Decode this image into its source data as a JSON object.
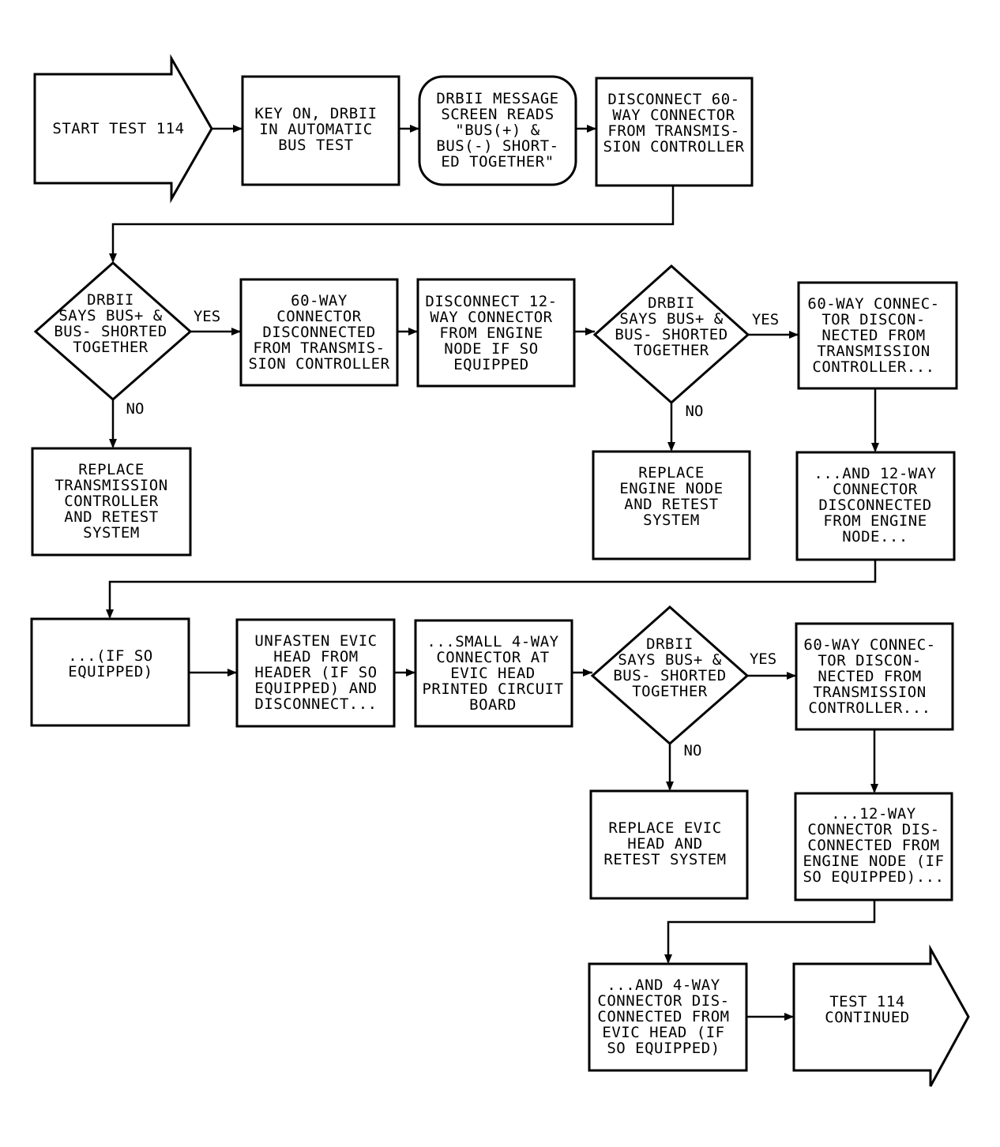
{
  "nodes": {
    "start": [
      "START TEST 114"
    ],
    "key_on": [
      "KEY ON, DRBII",
      "IN AUTOMATIC",
      "BUS TEST"
    ],
    "message": [
      "DRBII MESSAGE",
      "SCREEN READS",
      "\"BUS(+) &",
      "BUS(-) SHORT-",
      "ED TOGETHER\""
    ],
    "disconnect_60": [
      "DISCONNECT 60-",
      "WAY CONNECTOR",
      "FROM TRANSMIS-",
      "SION CONTROLLER"
    ],
    "decision_1": [
      "DRBII",
      "SAYS BUS+ &",
      "BUS- SHORTED",
      "TOGETHER"
    ],
    "replace_tc": [
      "REPLACE",
      "TRANSMISSION",
      "CONTROLLER",
      "AND RETEST",
      "SYSTEM"
    ],
    "disconnected_60": [
      "60-WAY",
      "CONNECTOR",
      "DISCONNECTED",
      "FROM TRANSMIS-",
      "SION CONTROLLER"
    ],
    "disconnect_12": [
      "DISCONNECT 12-",
      "WAY CONNECTOR",
      "FROM ENGINE",
      "NODE IF SO",
      "EQUIPPED"
    ],
    "decision_2": [
      "DRBII",
      "SAYS BUS+ &",
      "BUS- SHORTED",
      "TOGETHER"
    ],
    "replace_engine": [
      "REPLACE",
      "ENGINE NODE",
      "AND RETEST",
      "SYSTEM"
    ],
    "status_60_a": [
      "60-WAY CONNEC-",
      "TOR DISCON-",
      "NECTED FROM",
      "TRANSMISSION",
      "CONTROLLER..."
    ],
    "status_12_a": [
      "...AND 12-WAY",
      "CONNECTOR",
      "DISCONNECTED",
      "FROM ENGINE",
      "NODE..."
    ],
    "if_so": [
      "...(IF SO",
      "EQUIPPED)"
    ],
    "unfasten": [
      "UNFASTEN EVIC",
      "HEAD FROM",
      "HEADER (IF SO",
      "EQUIPPED) AND",
      "DISCONNECT..."
    ],
    "small_4way": [
      "...SMALL 4-WAY",
      "CONNECTOR AT",
      "EVIC HEAD",
      "PRINTED CIRCUIT",
      "BOARD"
    ],
    "decision_3": [
      "DRBII",
      "SAYS BUS+ &",
      "BUS- SHORTED",
      "TOGETHER"
    ],
    "replace_evic": [
      "REPLACE EVIC",
      "HEAD AND",
      "RETEST SYSTEM"
    ],
    "status_60_b": [
      "60-WAY CONNEC-",
      "TOR DISCON-",
      "NECTED FROM",
      "TRANSMISSION",
      "CONTROLLER..."
    ],
    "status_12_b": [
      "...12-WAY",
      "CONNECTOR DIS-",
      "CONNECTED FROM",
      "ENGINE NODE (IF",
      "SO EQUIPPED)..."
    ],
    "status_4_b": [
      "...AND 4-WAY",
      "CONNECTOR DIS-",
      "CONNECTED FROM",
      "EVIC HEAD (IF",
      "SO EQUIPPED)"
    ],
    "continued": [
      "TEST 114",
      "CONTINUED"
    ]
  },
  "labels": {
    "yes": "YES",
    "no": "NO"
  }
}
